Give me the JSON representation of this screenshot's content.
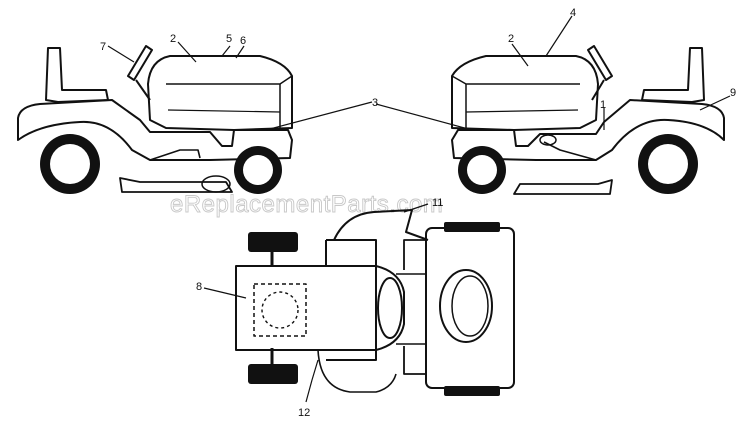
{
  "diagram": {
    "watermark": "eReplacementParts.com",
    "callouts": {
      "c1": "1",
      "c2_left": "2",
      "c2_right": "2",
      "c3": "3",
      "c4": "4",
      "c5": "5",
      "c6": "6",
      "c7": "7",
      "c8": "8",
      "c9": "9",
      "c11": "11",
      "c12": "12"
    },
    "colors": {
      "line": "#111111",
      "watermark": "#c8c8c8"
    }
  }
}
